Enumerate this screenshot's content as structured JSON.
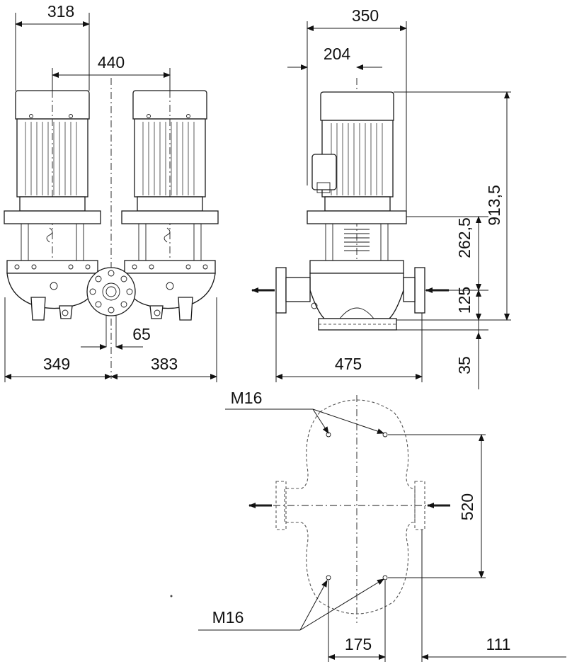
{
  "dimensions": {
    "d318": "318",
    "d440": "440",
    "d350": "350",
    "d204": "204",
    "d913": "913,5",
    "d262": "262,5",
    "d125": "125",
    "d35": "35",
    "d65": "65",
    "d349": "349",
    "d383": "383",
    "d475": "475",
    "d520": "520",
    "d175": "175",
    "d111": "111"
  },
  "threads": {
    "top": "M16",
    "bottom": "M16"
  }
}
